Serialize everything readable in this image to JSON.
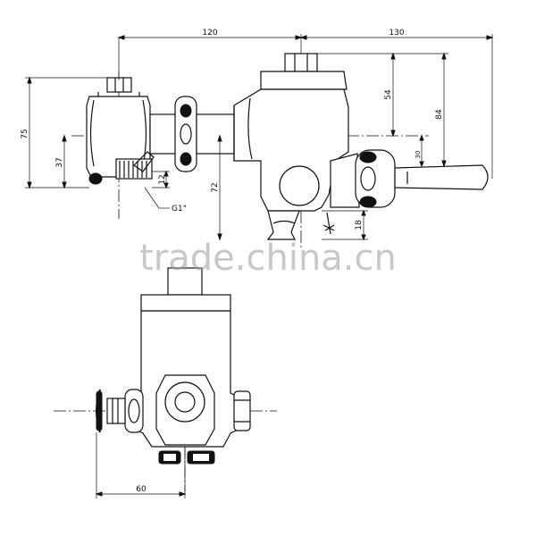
{
  "dimensions": {
    "d120": "120",
    "d130": "130",
    "d75": "75",
    "d37": "37",
    "d12": "12",
    "d72": "72",
    "d54": "54",
    "d84": "84",
    "d30": "30",
    "d18": "18",
    "d60": "60"
  },
  "thread_label": "G1\"",
  "watermark": "trade.china.cn"
}
